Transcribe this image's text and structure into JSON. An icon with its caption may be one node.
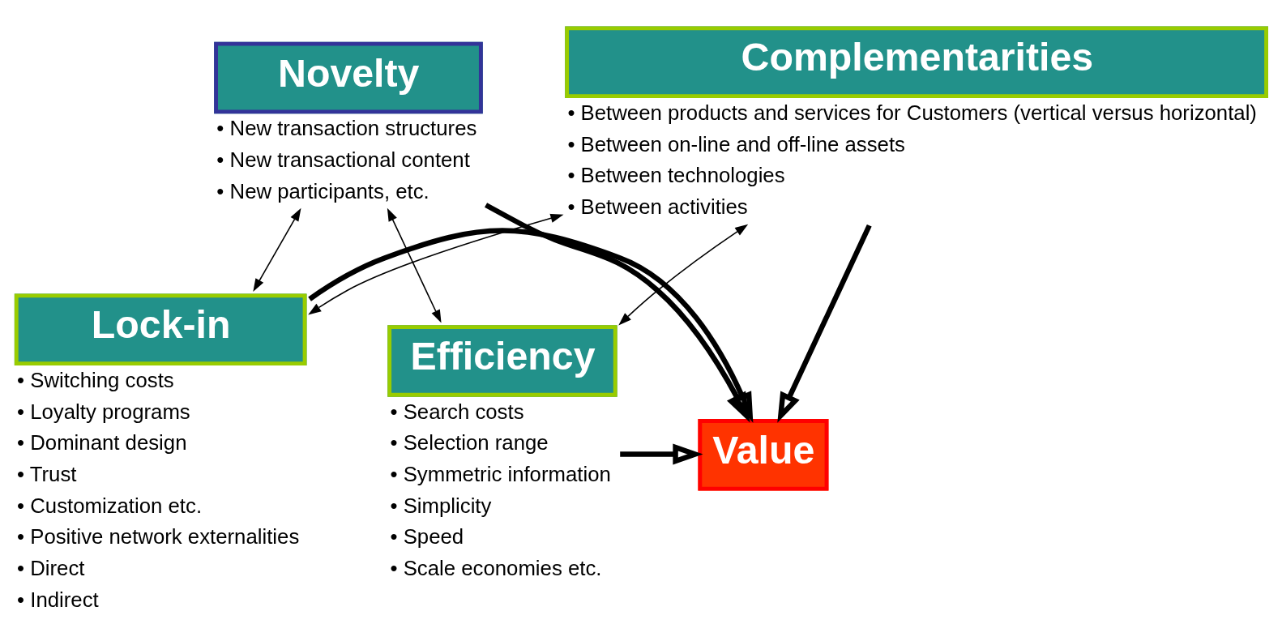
{
  "diagram": {
    "nodes": [
      {
        "text": [
          "Novelty"
        ],
        "beside": [
          "• New transaction structures",
          "• New transactional content",
          "• New participants, etc."
        ]
      },
      {
        "text": [
          "Lock-in"
        ],
        "beside": [
          "• Switching costs",
          "• Loyalty programs",
          "• Dominant design",
          "• Trust",
          "• Customization etc.",
          "• Positive network externalities",
          "• Direct",
          "• Indirect"
        ]
      },
      {
        "text": [
          "Efficiency"
        ],
        "beside": [
          "• Search costs",
          "• Selection range",
          "• Symmetric information",
          "• Simplicity",
          "• Speed",
          "• Scale economies etc."
        ]
      },
      {
        "text": [
          "Value"
        ]
      },
      {
        "text": [
          "Complementarities"
        ],
        "beside": [
          "• Between products and services for Customers (vertical versus horizontal)",
          "• Between on-line and off-line assets",
          "• Between technologies",
          "• Between activities"
        ]
      }
    ],
    "edges": [
      {
        "from": 2,
        "to": 0,
        "arrow": "both"
      },
      {
        "from": 0,
        "to": 1,
        "arrow": "both"
      },
      {
        "from": 0,
        "to": 3,
        "arrow": "to",
        "style": "thick"
      },
      {
        "from": 2,
        "to": 3,
        "arrow": "to",
        "style": "thick"
      },
      {
        "from": 1,
        "to": 3,
        "arrow": "to",
        "style": "thick"
      },
      {
        "from": 2,
        "to": 4,
        "arrow": "both"
      },
      {
        "from": 4,
        "to": 3,
        "arrow": "to",
        "style": "thick"
      },
      {
        "from": 1,
        "to": 4,
        "arrow": "both"
      }
    ]
  }
}
